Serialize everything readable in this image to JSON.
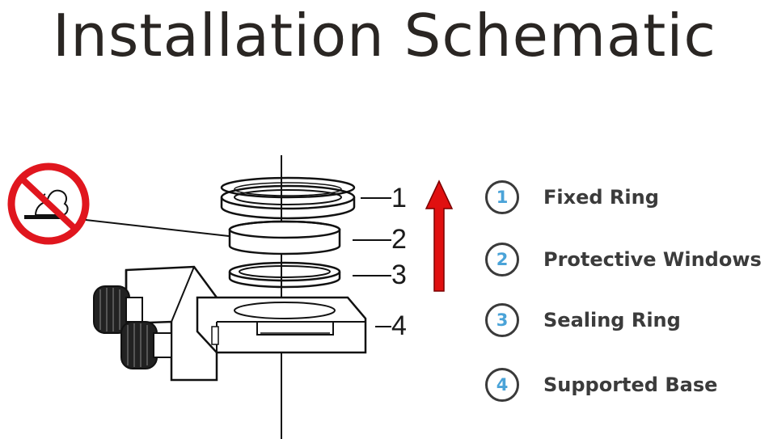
{
  "title": "Installation Schematic",
  "callouts": [
    "1",
    "2",
    "3",
    "4"
  ],
  "legend": [
    {
      "number": "1",
      "label": "Fixed Ring"
    },
    {
      "number": "2",
      "label": "Protective Windows"
    },
    {
      "number": "3",
      "label": "Sealing Ring"
    },
    {
      "number": "4",
      "label": "Supported Base"
    }
  ],
  "colors": {
    "title": "#2a2623",
    "legend_number": "#4aa3d8",
    "arrow": "#e01010",
    "prohibition": "#e0161e"
  },
  "icons": [
    "no-touch-icon",
    "up-arrow-icon"
  ]
}
